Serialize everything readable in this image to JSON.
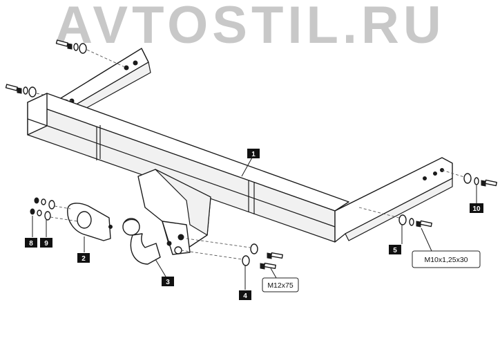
{
  "watermark": "AVTOSTIL.RU",
  "callouts": {
    "c1": "1",
    "c2": "2",
    "c3": "3",
    "c4": "4",
    "c5": "5",
    "c8": "8",
    "c9": "9",
    "c10": "10"
  },
  "labels": {
    "bolt_small": "M10x1,25x30",
    "bolt_large": "M12x75"
  }
}
